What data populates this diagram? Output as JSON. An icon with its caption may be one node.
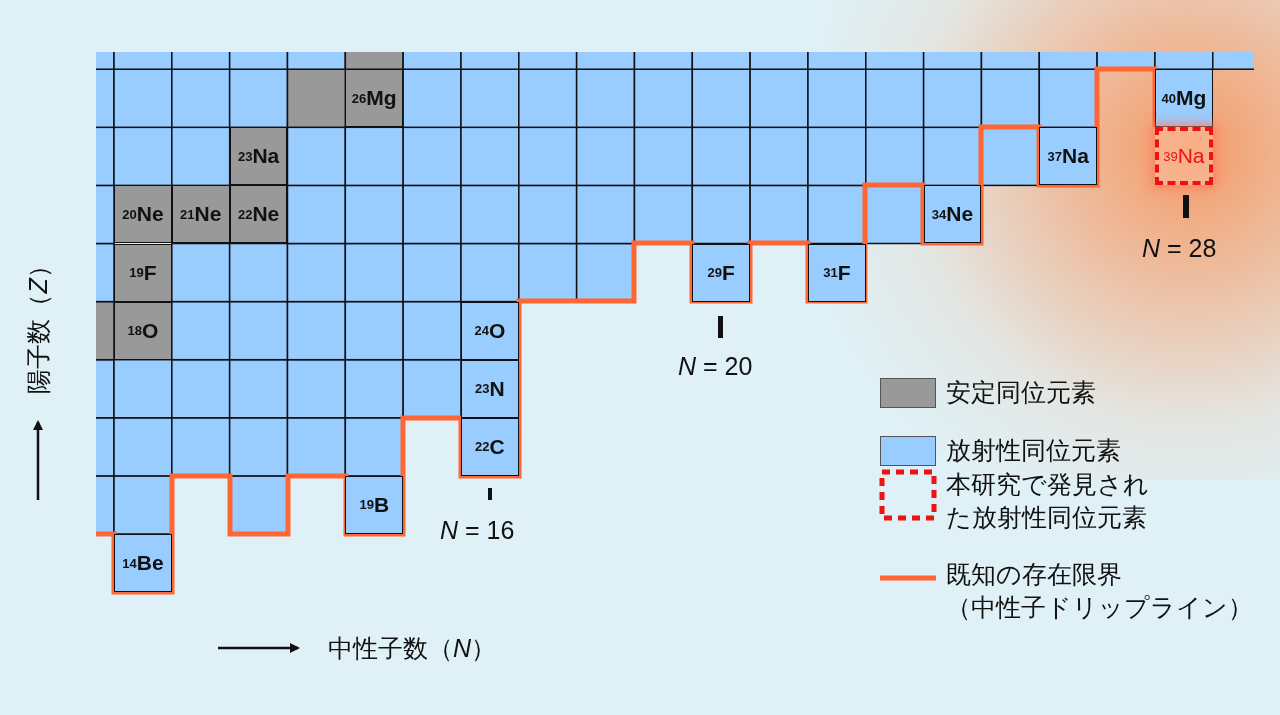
{
  "diagram": {
    "nodes": [
      {
        "text": [
          "$^{26}$Mg"
        ]
      },
      {
        "text": [
          "$^{40}$Mg"
        ]
      },
      {
        "text": [
          "$^{23}$Na"
        ]
      },
      {
        "text": [
          "$^{37}$Na"
        ]
      },
      {
        "text": [
          "$^{39}$Na"
        ]
      },
      {
        "text": [
          "$^{20}$Ne"
        ]
      },
      {
        "text": [
          "$^{21}$Ne"
        ]
      },
      {
        "text": [
          "$^{22}$Ne"
        ]
      },
      {
        "text": [
          "$^{34}$Ne"
        ]
      },
      {
        "text": [
          "$^{19}$F"
        ]
      },
      {
        "text": [
          "$^{29}$F"
        ]
      },
      {
        "text": [
          "$^{31}$F"
        ]
      },
      {
        "text": [
          "$^{18}$O"
        ]
      },
      {
        "text": [
          "$^{24}$O"
        ]
      },
      {
        "text": [
          "$^{23}$N"
        ]
      },
      {
        "text": [
          "$^{22}$C"
        ]
      },
      {
        "text": [
          "$^{19}$B"
        ]
      },
      {
        "text": [
          "$^{14}$Be"
        ]
      }
    ],
    "labels": [
      "*N* = 28",
      "*N* = 20",
      "陽子数（*Z*）",
      "*N* = 16",
      "中性子数（*N*）"
    ],
    "legend": [
      {
        "text": "安定同位元素",
        "color": "#999999"
      },
      {
        "text": "放射性同位元素",
        "color": "#99ccff"
      },
      {
        "text": "本研究で発見された放射性同位元素"
      },
      {
        "text": "既知の存在限界（中性子ドリップライン）"
      }
    ]
  }
}
